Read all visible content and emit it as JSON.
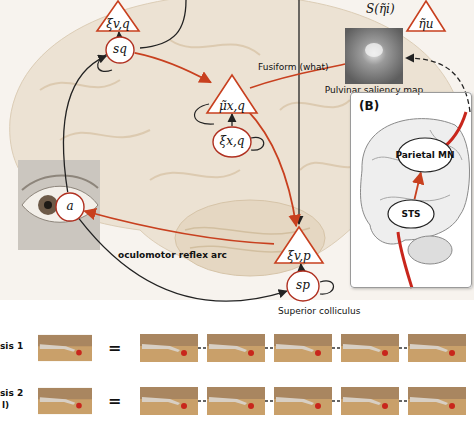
{
  "diagram": {
    "nodes": [
      {
        "text": [
          "ξv,q"
        ]
      },
      {
        "text": [
          "sq"
        ]
      },
      {
        "text": [
          "μ̃x,q"
        ]
      },
      {
        "text": [
          "ξx,q"
        ]
      },
      {
        "text": [
          "η̃u"
        ]
      },
      {
        "text": [
          "Pulvinar saliency map"
        ]
      },
      {
        "text": [
          "a"
        ]
      },
      {
        "text": [
          "ξv,p"
        ]
      },
      {
        "text": [
          "sp"
        ]
      },
      {
        "text": [
          "(B)"
        ]
      },
      {
        "text": [
          "Parietal MN"
        ],
        "in": 9
      },
      {
        "text": [
          "STS"
        ],
        "in": 9
      }
    ],
    "edges": [
      {
        "from": 1,
        "to": 0,
        "arrow": "to"
      },
      {
        "from": 1,
        "to": 2,
        "arrow": "to"
      },
      {
        "from": 3,
        "to": 2,
        "arrow": "to"
      },
      {
        "from": 2,
        "to": 7,
        "arrow": "to"
      },
      {
        "from": 7,
        "to": 6,
        "label": "oculomotor reflex arc",
        "arrow": "to"
      },
      {
        "from": 6,
        "to": 1,
        "arrow": "to"
      },
      {
        "from": 6,
        "to": 8,
        "arrow": "to"
      },
      {
        "from": 8,
        "to": 7,
        "arrow": "to"
      },
      {
        "from": 11,
        "to": 10,
        "arrow": "to"
      }
    ],
    "labels": [
      "Fusiform (what)",
      "S(η̃i)",
      "Superior colliculus",
      "sis 1",
      "=",
      "sis 2",
      "l)",
      "="
    ]
  }
}
